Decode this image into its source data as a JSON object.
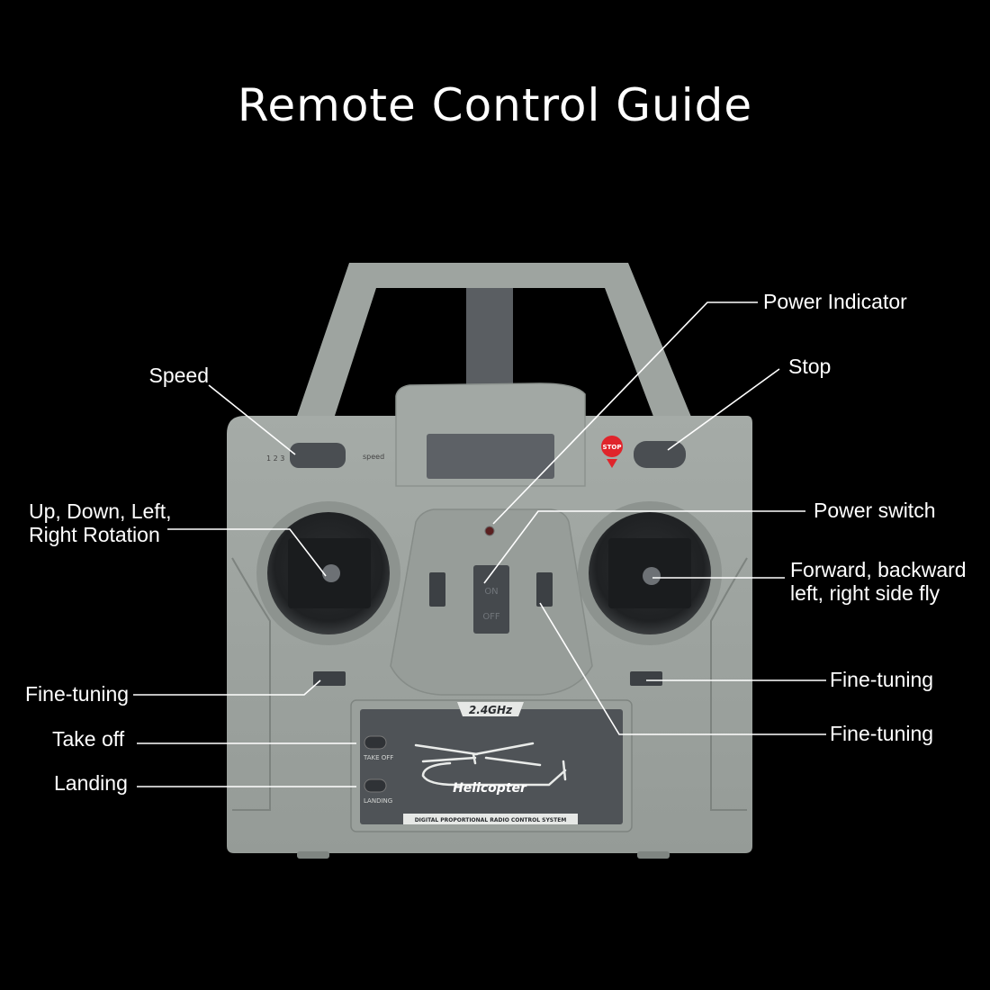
{
  "title": "Remote Control Guide",
  "labels": {
    "speed": "Speed",
    "power_indicator": "Power Indicator",
    "stop": "Stop",
    "power_switch": "Power switch",
    "up_down": "Up, Down, Left,\nRight Rotation",
    "forward_backward": "Forward, backward\nleft, right side fly",
    "fine_tuning_left": "Fine-tuning",
    "fine_tuning_right_top": "Fine-tuning",
    "fine_tuning_right_bottom": "Fine-tuning",
    "take_off": "Take off",
    "landing": "Landing"
  },
  "controller": {
    "stop_badge": "STOP",
    "speed_text": "speed",
    "speed_gears": "1 2 3",
    "switch_on": "ON",
    "switch_off": "OFF",
    "freq_badge": "2.4GHz",
    "btn_take_off": "TAKE OFF",
    "btn_landing": "LANDING",
    "brand": "Helicopter",
    "system_text": "DIGITAL PROPORTIONAL RADIO CONTROL SYSTEM"
  },
  "colors": {
    "background": "#000000",
    "body": "#9da39f",
    "body_dark": "#8a908c",
    "stop_red": "#e0242b",
    "panel": "#4f5357"
  }
}
